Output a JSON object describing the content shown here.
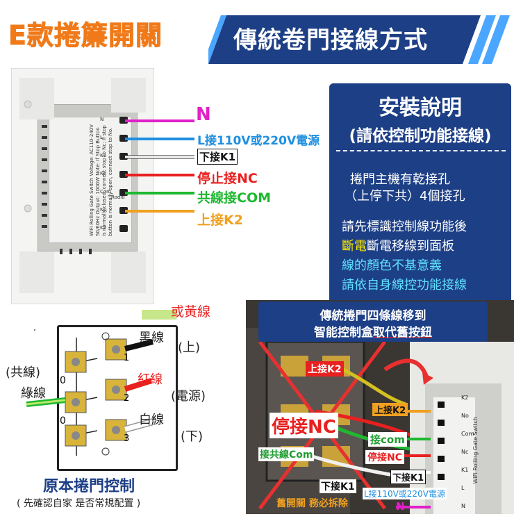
{
  "header": {
    "left_title": "E款捲簾開關",
    "right_title": "傳統卷門接線方式"
  },
  "switch_labels": {
    "n": "N",
    "l": "L接110V或220V電源",
    "k1": "下接K1",
    "nc": "停止接NC",
    "com": "共線接COM",
    "k2": "上接K2"
  },
  "module_text": {
    "terminals": [
      "N",
      "L",
      "K1",
      "Nc",
      "Com",
      "No",
      "K2"
    ],
    "brand": "Rodi8",
    "card_title": "WiFi Rolling Gate Switch",
    "card_lines": [
      "Voltage: AC110-240V 50/60Hz",
      "Output: 1000W",
      "Note: If Stop Button is normally closed, connect stop to Nc;",
      "If stop button is normally open, connect stop to No."
    ]
  },
  "info_panel": {
    "title": "安裝說明",
    "subtitle": "(請依控制功能接線)",
    "line1": "捲門主機有乾接孔",
    "line2": "（上停下共）4個接孔",
    "line3": "請先標識控制線功能後",
    "line4_a": "斷電",
    "line4_b": "斷電移線到面板",
    "line5": "線的顏色不基意義",
    "line6": "請依自身線控功能接線"
  },
  "orig_control": {
    "or_yellow": "或黃線",
    "black": "黑線",
    "up": "(上)",
    "common": "(共線)",
    "green": "綠線",
    "red": "紅線",
    "power": "(電源)",
    "white": "白線",
    "down": "(下)",
    "n0a": "0",
    "n0b": "0",
    "n1": "1",
    "n2": "2",
    "n3": "3",
    "caption": "原本捲門控制",
    "note": "( 先確認自家 是否常規配置 )"
  },
  "photo": {
    "banner_line1": "傳統捲門四條線移到",
    "banner_line2_a": "智能控制盒",
    "banner_line2_b": "取代舊按鈕",
    "on_k2": "上接K2",
    "stop_nc": "停接NC",
    "common_com": "接共線Com",
    "down_k1": "下接K1",
    "old_panel": "舊開關 務必拆除",
    "r_k2": "上接K2",
    "r_com": "接com",
    "r_nc": "停接NC",
    "r_k1": "下接K1",
    "r_l": "L接110V或220V電源",
    "r_n": "N",
    "r_terms": [
      "K2",
      "No",
      "Com",
      "Nc",
      "K1",
      "L",
      "N"
    ],
    "r_card": "WiFi Rolling Gate Switch"
  },
  "colors": {
    "orange": "#f07a1a",
    "navy": "#1d3f86",
    "magenta": "#e020c8",
    "blue": "#1f8fe0",
    "red": "#e82020",
    "green": "#1fb830",
    "amber": "#f0a020",
    "yellow": "#ffe800"
  }
}
